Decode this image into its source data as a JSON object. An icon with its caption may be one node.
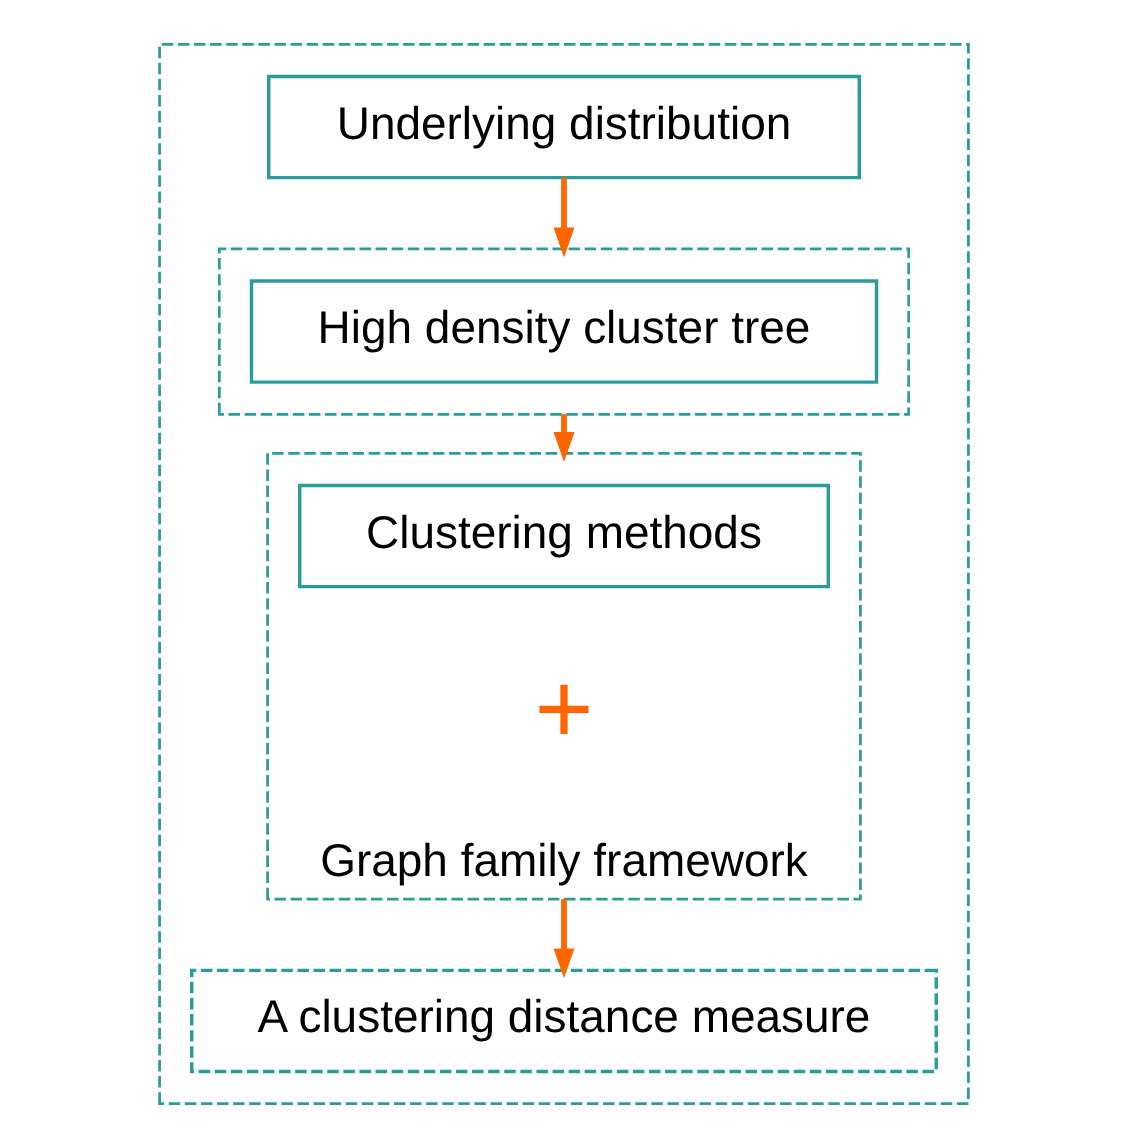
{
  "diagram": {
    "nodes": [
      {
        "text": [],
        "shape": "box"
      },
      {
        "text": [
          "Underlying distribution"
        ],
        "in": 0
      },
      {
        "text": [],
        "shape": "box",
        "in": 0
      },
      {
        "text": [
          "High density cluster tree"
        ],
        "in": 2
      },
      {
        "text": [
          "Graph family framework"
        ],
        "in": 0
      },
      {
        "text": [
          "Clustering methods"
        ],
        "in": 4
      },
      {
        "text": [
          "A clustering distance measure"
        ],
        "in": 0
      }
    ],
    "edges": [
      {
        "from": 1,
        "to": 2,
        "arrow": "to"
      },
      {
        "from": 2,
        "to": 4,
        "arrow": "to"
      },
      {
        "from": 4,
        "to": 6,
        "arrow": "to"
      }
    ],
    "labels": [
      "+"
    ]
  }
}
